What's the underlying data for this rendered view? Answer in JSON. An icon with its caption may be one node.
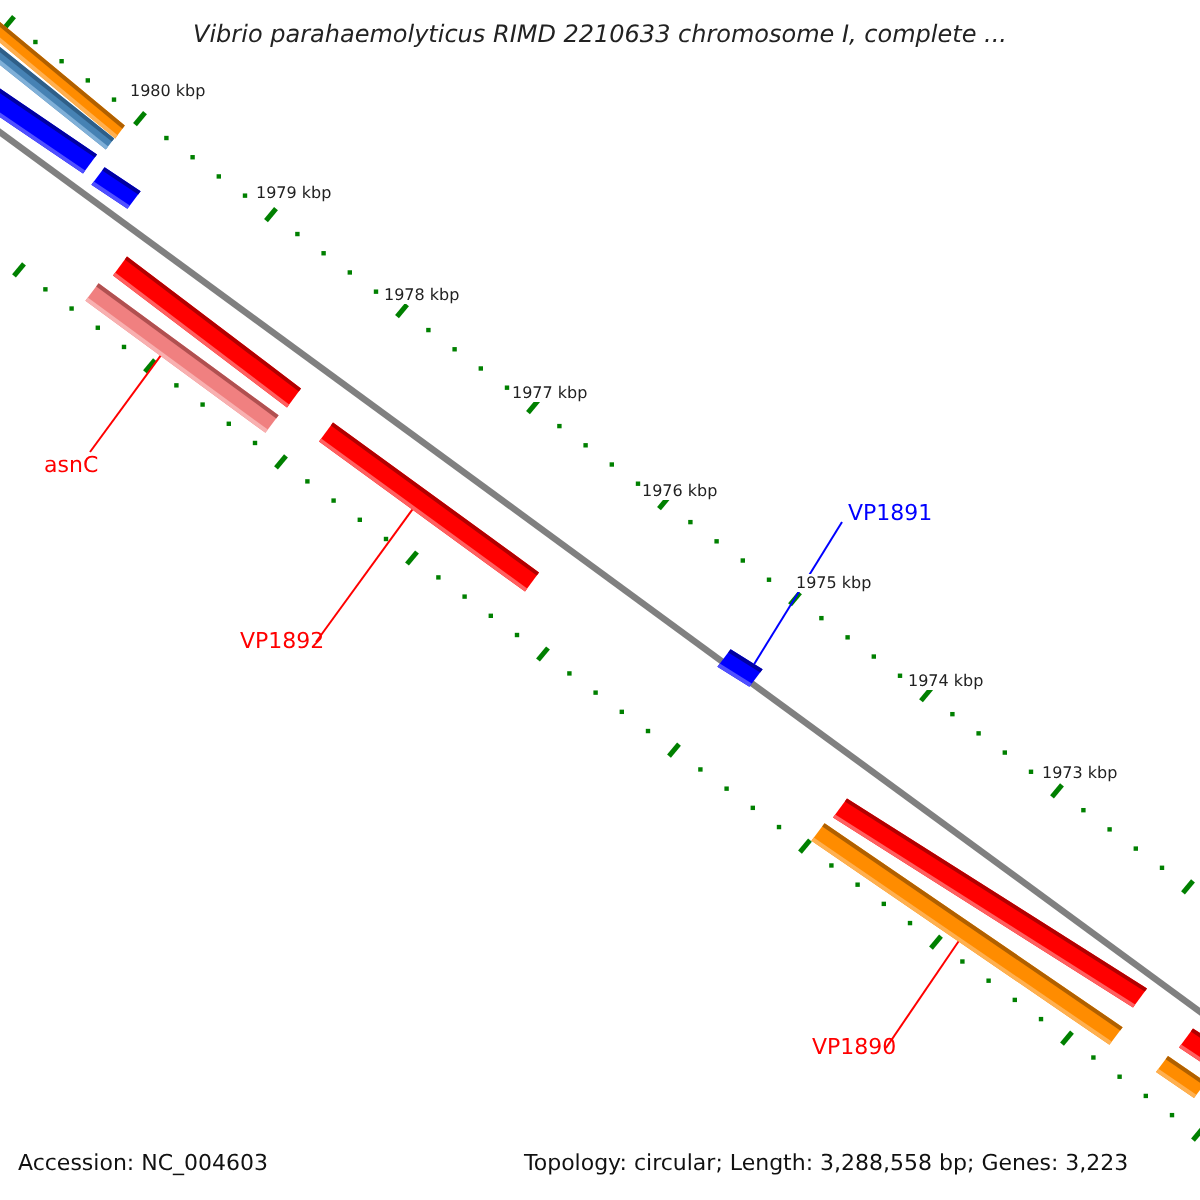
{
  "diagram": {
    "title": "Vibrio parahaemolyticus RIMD 2210633 chromosome I, complete ...",
    "nodes": [
      {
        "text": [],
        "shape": "bar"
      },
      {
        "text": [],
        "shape": "bar"
      },
      {
        "text": [
          "asnC"
        ]
      },
      {
        "text": [],
        "shape": "bar"
      },
      {
        "text": [
          "VP1892"
        ]
      },
      {
        "text": [],
        "shape": "bar"
      },
      {
        "text": [
          "VP1891"
        ]
      },
      {
        "text": [],
        "shape": "bar"
      },
      {
        "text": [
          "VP1890"
        ]
      },
      {
        "text": [],
        "shape": "bar"
      }
    ],
    "edges": [
      {
        "from": 2,
        "to": 3,
        "arrow": "none"
      },
      {
        "from": 4,
        "to": 5,
        "arrow": "none"
      },
      {
        "from": 6,
        "to": 7,
        "arrow": "none",
        "color": "#0000ff"
      },
      {
        "from": 8,
        "to": 9,
        "arrow": "none"
      }
    ],
    "labels": [
      "1980 kbp",
      "1979 kbp",
      "1978 kbp",
      "1977 kbp",
      "1976 kbp",
      "1975 kbp",
      "1974 kbp",
      "1973 kbp",
      "Accession: NC_004603",
      "Topology: circular; Length: 3,288,558 bp; Genes: 3,223"
    ]
  }
}
